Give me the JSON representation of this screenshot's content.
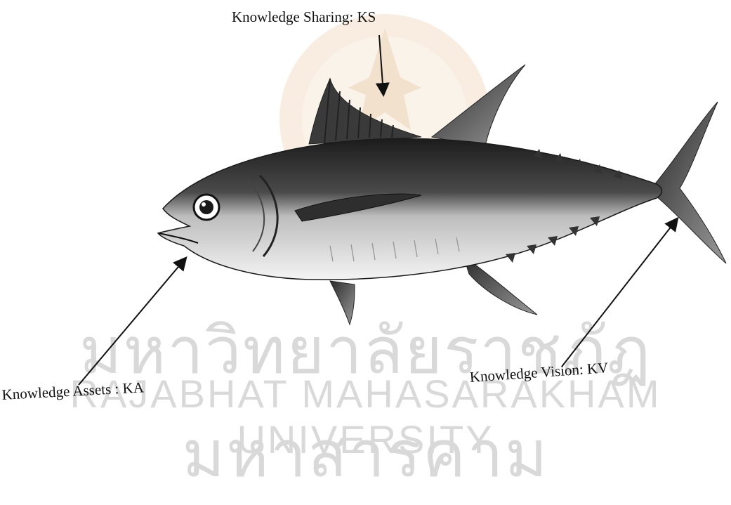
{
  "labels": {
    "knowledge_sharing": "Knowledge Sharing: KS",
    "knowledge_assets": "Knowledge Assets : KA",
    "knowledge_vision": "Knowledge Vision: KV"
  },
  "watermark": {
    "thai": "มหาวิทยาลัยราชภัฏมหาสารคาม",
    "english": "RAJABHAT MAHASARAKHAM UNIVERSITY"
  },
  "colors": {
    "ink": "#111111",
    "watermark": "#d9d9d9",
    "watermark_emblem": "#e9c9a4"
  }
}
